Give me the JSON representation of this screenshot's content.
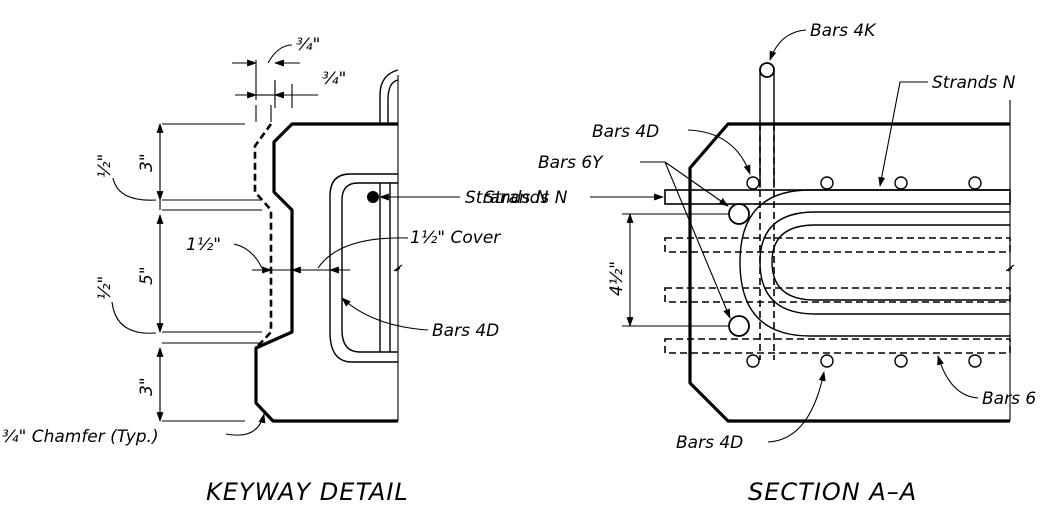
{
  "keyway": {
    "title": "KEYWAY DETAIL",
    "dim_top_a": "¾\"",
    "dim_top_b": "¾\"",
    "dim_3_top": "3\"",
    "dim_5": "5\"",
    "dim_3_bot": "3\"",
    "dim_half_top": "½\"",
    "dim_half_bot": "½\"",
    "dim_1half": "1½\"",
    "cover_label": "1½\" Cover",
    "strands_label": "Strands N",
    "bars_label": "Bars 4D",
    "chamfer_label": "¾\" Chamfer (Typ.)"
  },
  "section": {
    "title": "SECTION A–A",
    "bars_4k": "Bars 4K",
    "strands_n": "Strands N",
    "bars_4d_top": "Bars 4D",
    "bars_6y": "Bars 6Y",
    "strands_n_left": "Strands N",
    "dim_4half": "4½\"",
    "bars_4d_bot": "Bars 4D",
    "bars_6_cut": "Bars 6"
  }
}
